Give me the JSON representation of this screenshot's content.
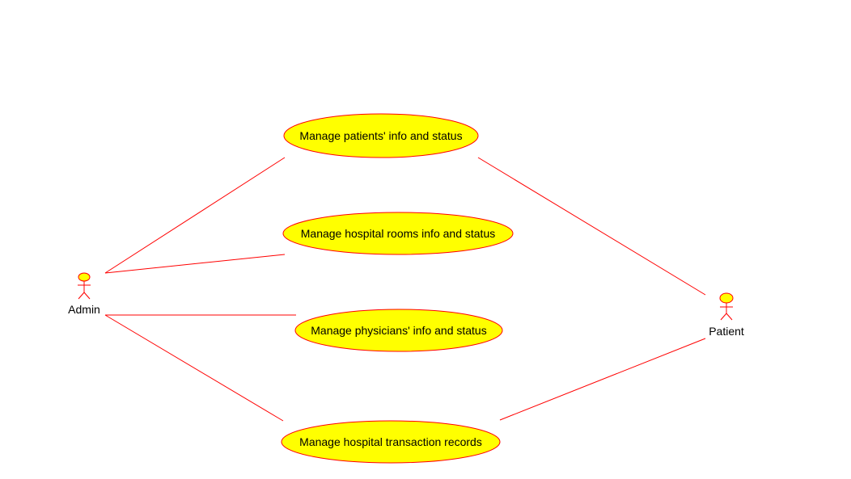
{
  "colors": {
    "stroke": "#ff0000",
    "fill": "#ffff00",
    "text": "#000000",
    "background": "#ffffff"
  },
  "actors": [
    {
      "id": "admin",
      "label": "Admin"
    },
    {
      "id": "patient",
      "label": "Patient"
    }
  ],
  "use_cases": [
    {
      "id": "uc-patients",
      "label": "Manage patients' info and status"
    },
    {
      "id": "uc-rooms",
      "label": "Manage hospital rooms info and status"
    },
    {
      "id": "uc-physicians",
      "label": "Manage physicians' info and status"
    },
    {
      "id": "uc-transactions",
      "label": "Manage hospital transaction records"
    }
  ],
  "associations": [
    {
      "actor": "admin",
      "use_case": "uc-patients"
    },
    {
      "actor": "admin",
      "use_case": "uc-rooms"
    },
    {
      "actor": "admin",
      "use_case": "uc-physicians"
    },
    {
      "actor": "admin",
      "use_case": "uc-transactions"
    },
    {
      "actor": "patient",
      "use_case": "uc-patients"
    },
    {
      "actor": "patient",
      "use_case": "uc-transactions"
    }
  ]
}
